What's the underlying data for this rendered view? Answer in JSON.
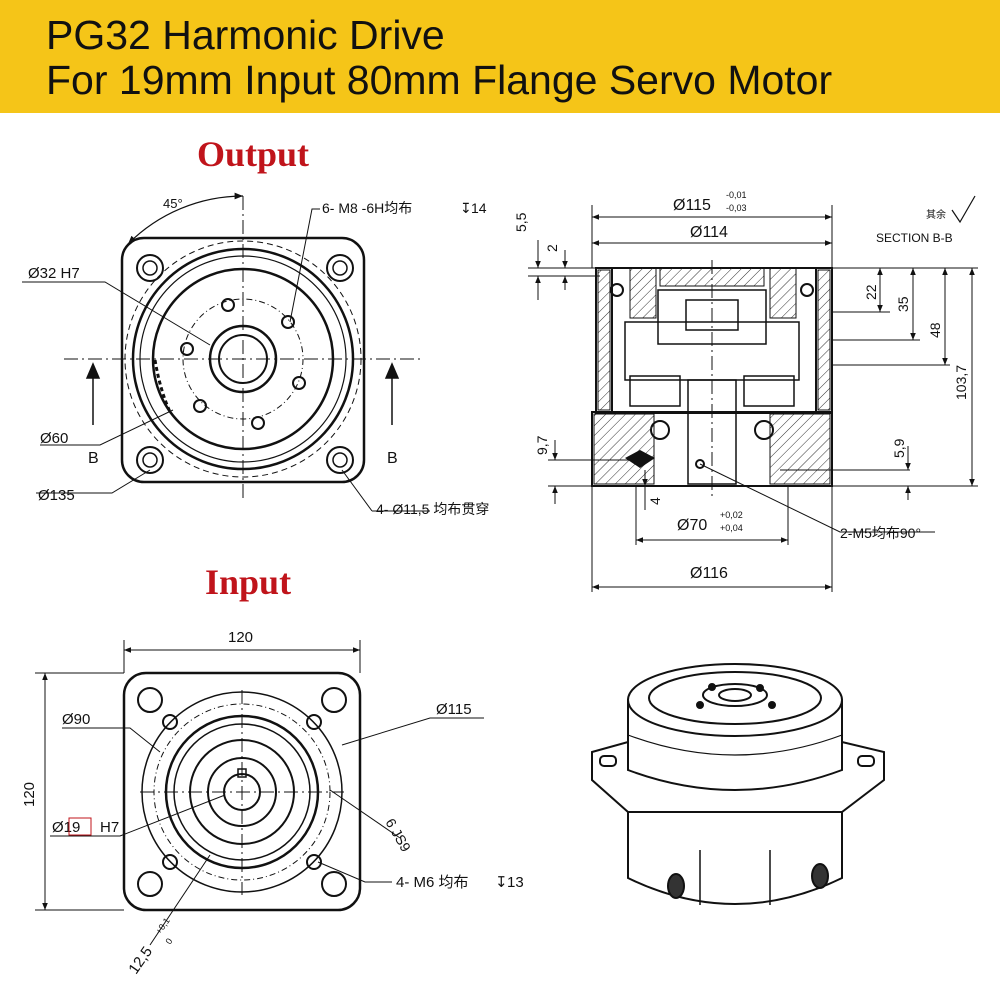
{
  "header": {
    "title_line1": "PG32 Harmonic Drive",
    "title_line2": "For 19mm Input 80mm Flange Servo Motor",
    "background_color": "#f5c518"
  },
  "output_view": {
    "heading": "Output",
    "heading_color": "#c0141b",
    "angle": "45°",
    "tapped_holes": "6- M8 -6H均布",
    "tapped_depth": "14",
    "bore": "Ø32 H7",
    "pcd": "Ø60",
    "outer": "Ø135",
    "mount_holes": "4- Ø11,5 均布贯穿",
    "section_left": "B",
    "section_right": "B"
  },
  "section_view": {
    "section_title": "SECTION B-B",
    "surface_note": "其余",
    "d115": "Ø115",
    "d115_tol_upper": "-0,01",
    "d115_tol_lower": "-0,03",
    "d114": "Ø114",
    "dim_5_5": "5,5",
    "dim_2": "2",
    "dim_22": "22",
    "dim_35": "35",
    "dim_48": "48",
    "dim_103_7": "103,7",
    "dim_9_7": "9,7",
    "dim_5_9": "5,9",
    "dim_4": "4",
    "d70": "Ø70",
    "d70_tol_upper": "+0,02",
    "d70_tol_lower": "+0,04",
    "m5_holes": "2-M5均布90°",
    "d116": "Ø116"
  },
  "input_view": {
    "heading": "Input",
    "heading_color": "#c0141b",
    "width": "120",
    "height": "120",
    "d90": "Ø90",
    "d115": "Ø115",
    "bore_dia": "Ø19",
    "bore_fit": "H7",
    "keyway": "6 JS9",
    "tapped_holes": "4- M6 均布",
    "tapped_depth": "13",
    "key_height": "12,5",
    "key_tol_upper": "+0,1",
    "key_tol_lower": "0"
  }
}
